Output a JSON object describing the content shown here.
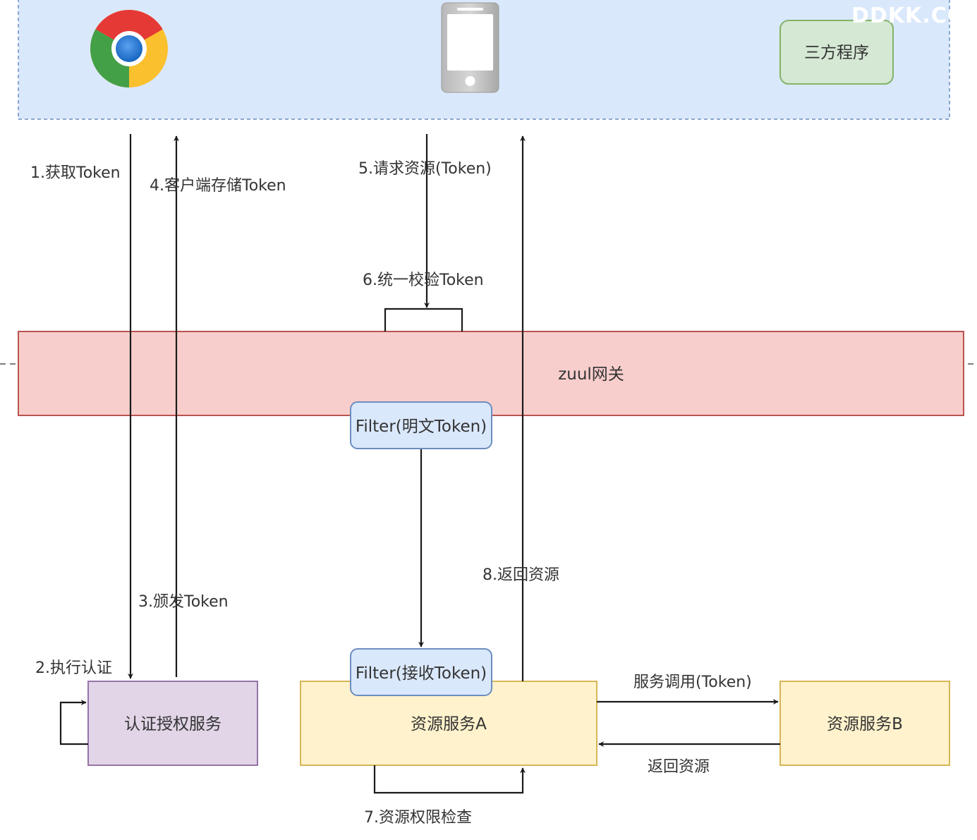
{
  "watermark": "DDKK.CO",
  "client_zone": {
    "browser_icon": "chrome-browser-icon",
    "phone_icon": "mobile-phone-icon",
    "third_party_label": "三方程序"
  },
  "gateway": {
    "label": "zuul网关",
    "filter_top_label": "Filter(明文Token)"
  },
  "services": {
    "auth_label": "认证授权服务",
    "resource_a_label": "资源服务A",
    "resource_a_filter_label": "Filter(接收Token)",
    "resource_b_label": "资源服务B"
  },
  "steps": {
    "s1": "1.获取Token",
    "s2": "2.执行认证",
    "s3": "3.颁发Token",
    "s4": "4.客户端存储Token",
    "s5": "5.请求资源(Token)",
    "s6": "6.统一校验Token",
    "s7": "7.资源权限检查",
    "s8": "8.返回资源",
    "service_call": "服务调用(Token)",
    "return_resource": "返回资源"
  },
  "colors": {
    "client_zone_fill": "#dae8fc",
    "gateway_fill": "#f8cecc",
    "gateway_stroke": "#b85450",
    "filter_fill": "#dae8fc",
    "filter_stroke": "#6c8ebf",
    "auth_fill": "#e1d5e7",
    "auth_stroke": "#9673a6",
    "resource_fill": "#fff2cc",
    "resource_stroke": "#d6b656",
    "third_party_fill": "#d5e8d4",
    "third_party_stroke": "#82b366"
  }
}
